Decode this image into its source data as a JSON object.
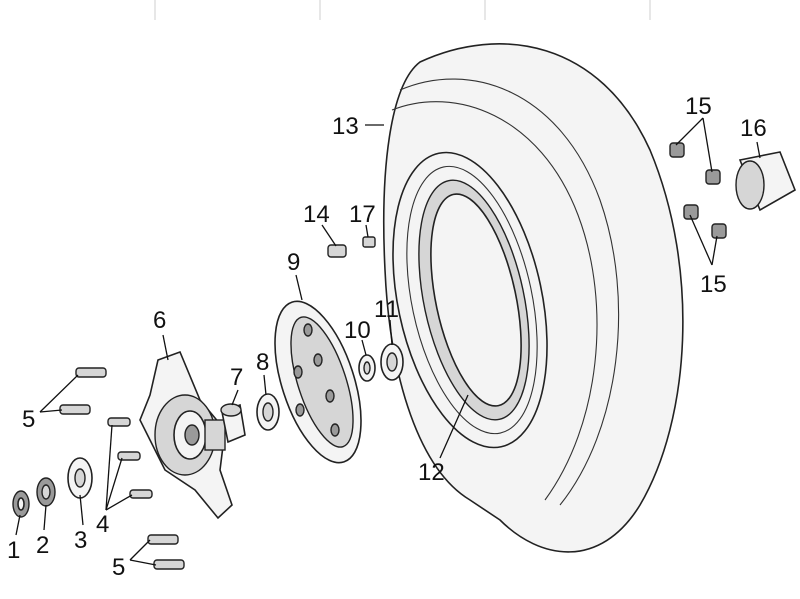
{
  "labels": {
    "p1": "1",
    "p2": "2",
    "p3": "3",
    "p4": "4",
    "p5a": "5",
    "p5b": "5",
    "p6": "6",
    "p7": "7",
    "p8": "8",
    "p9": "9",
    "p10": "10",
    "p11": "11",
    "p12": "12",
    "p13": "13",
    "p14": "14",
    "p15a": "15",
    "p15b": "15",
    "p16": "16",
    "p17": "17"
  }
}
